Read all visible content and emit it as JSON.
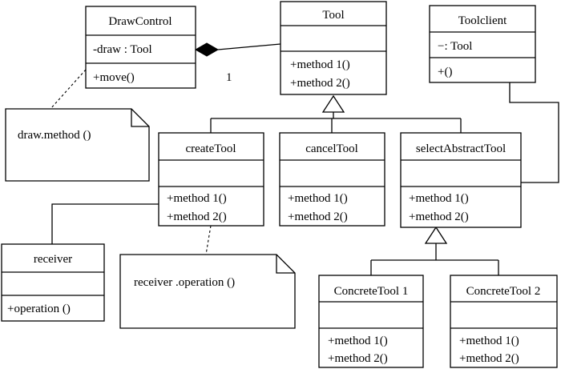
{
  "classes": {
    "drawcontrol": {
      "name": "DrawControl",
      "attr": "-draw : Tool",
      "op1": "+move()"
    },
    "tool": {
      "name": "Tool",
      "op1": "+method 1()",
      "op2": "+method 2()"
    },
    "toolclient": {
      "name": "Toolclient",
      "attr": "−: Tool",
      "op1": "+()"
    },
    "createtool": {
      "name": "createTool",
      "op1": "+method 1()",
      "op2": "+method 2()"
    },
    "canceltool": {
      "name": "cancelTool",
      "op1": "+method 1()",
      "op2": "+method 2()"
    },
    "selectabstracttool": {
      "name": "selectAbstractTool",
      "op1": "+method 1()",
      "op2": "+method 2()"
    },
    "receiver": {
      "name": "receiver",
      "op1": "+operation ()"
    },
    "concretetool1": {
      "name": "ConcreteTool 1",
      "op1": "+method 1()",
      "op2": "+method 2()"
    },
    "concretetool2": {
      "name": "ConcreteTool 2",
      "op1": "+method 1()",
      "op2": "+method 2()"
    }
  },
  "notes": {
    "draw_note": "draw.method ()",
    "receiver_note": "receiver .operation ()"
  },
  "multiplicity": "1"
}
